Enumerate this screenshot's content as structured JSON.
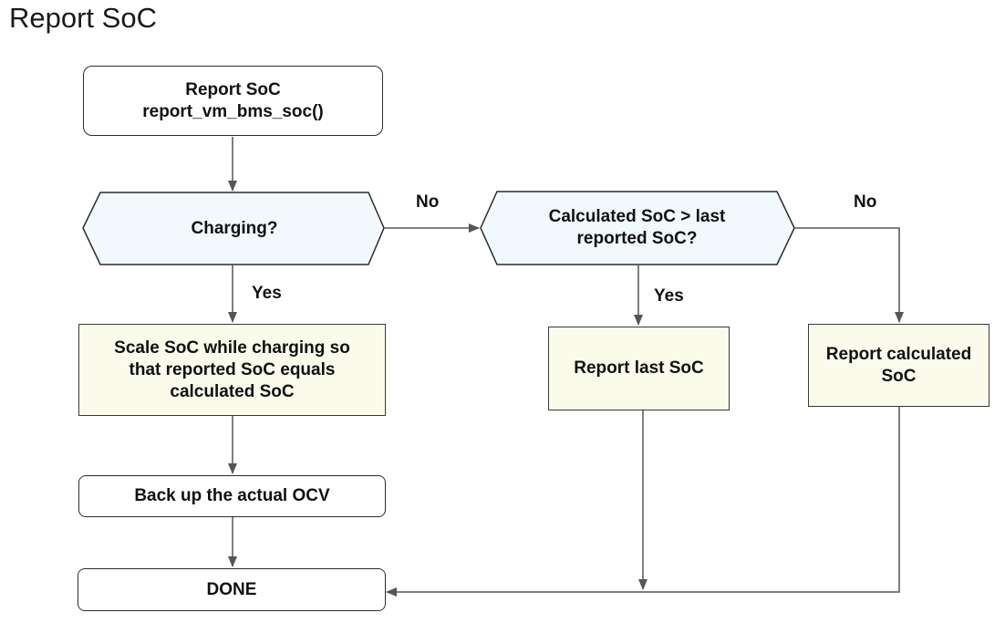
{
  "title": "Report SoC",
  "nodes": {
    "start": {
      "line1": "Report SoC",
      "line2": "report_vm_bms_soc()"
    },
    "charging_decision": {
      "text": "Charging?"
    },
    "compare_decision": {
      "line1": "Calculated SoC > last",
      "line2": "reported SoC?"
    },
    "scale_soc": {
      "line1": "Scale SoC while charging so",
      "line2": "that reported SoC equals",
      "line3": "calculated SoC"
    },
    "backup_ocv": {
      "text": "Back up the actual OCV"
    },
    "report_last": {
      "text": "Report last SoC"
    },
    "report_calc": {
      "line1": "Report calculated",
      "line2": "SoC"
    },
    "done": {
      "text": "DONE"
    }
  },
  "edge_labels": {
    "charging_no": "No",
    "charging_yes": "Yes",
    "compare_yes": "Yes",
    "compare_no": "No"
  },
  "colors": {
    "decision_fill": "#f1f9fc",
    "process_fill": "#fbfbec",
    "line": "#555555"
  }
}
